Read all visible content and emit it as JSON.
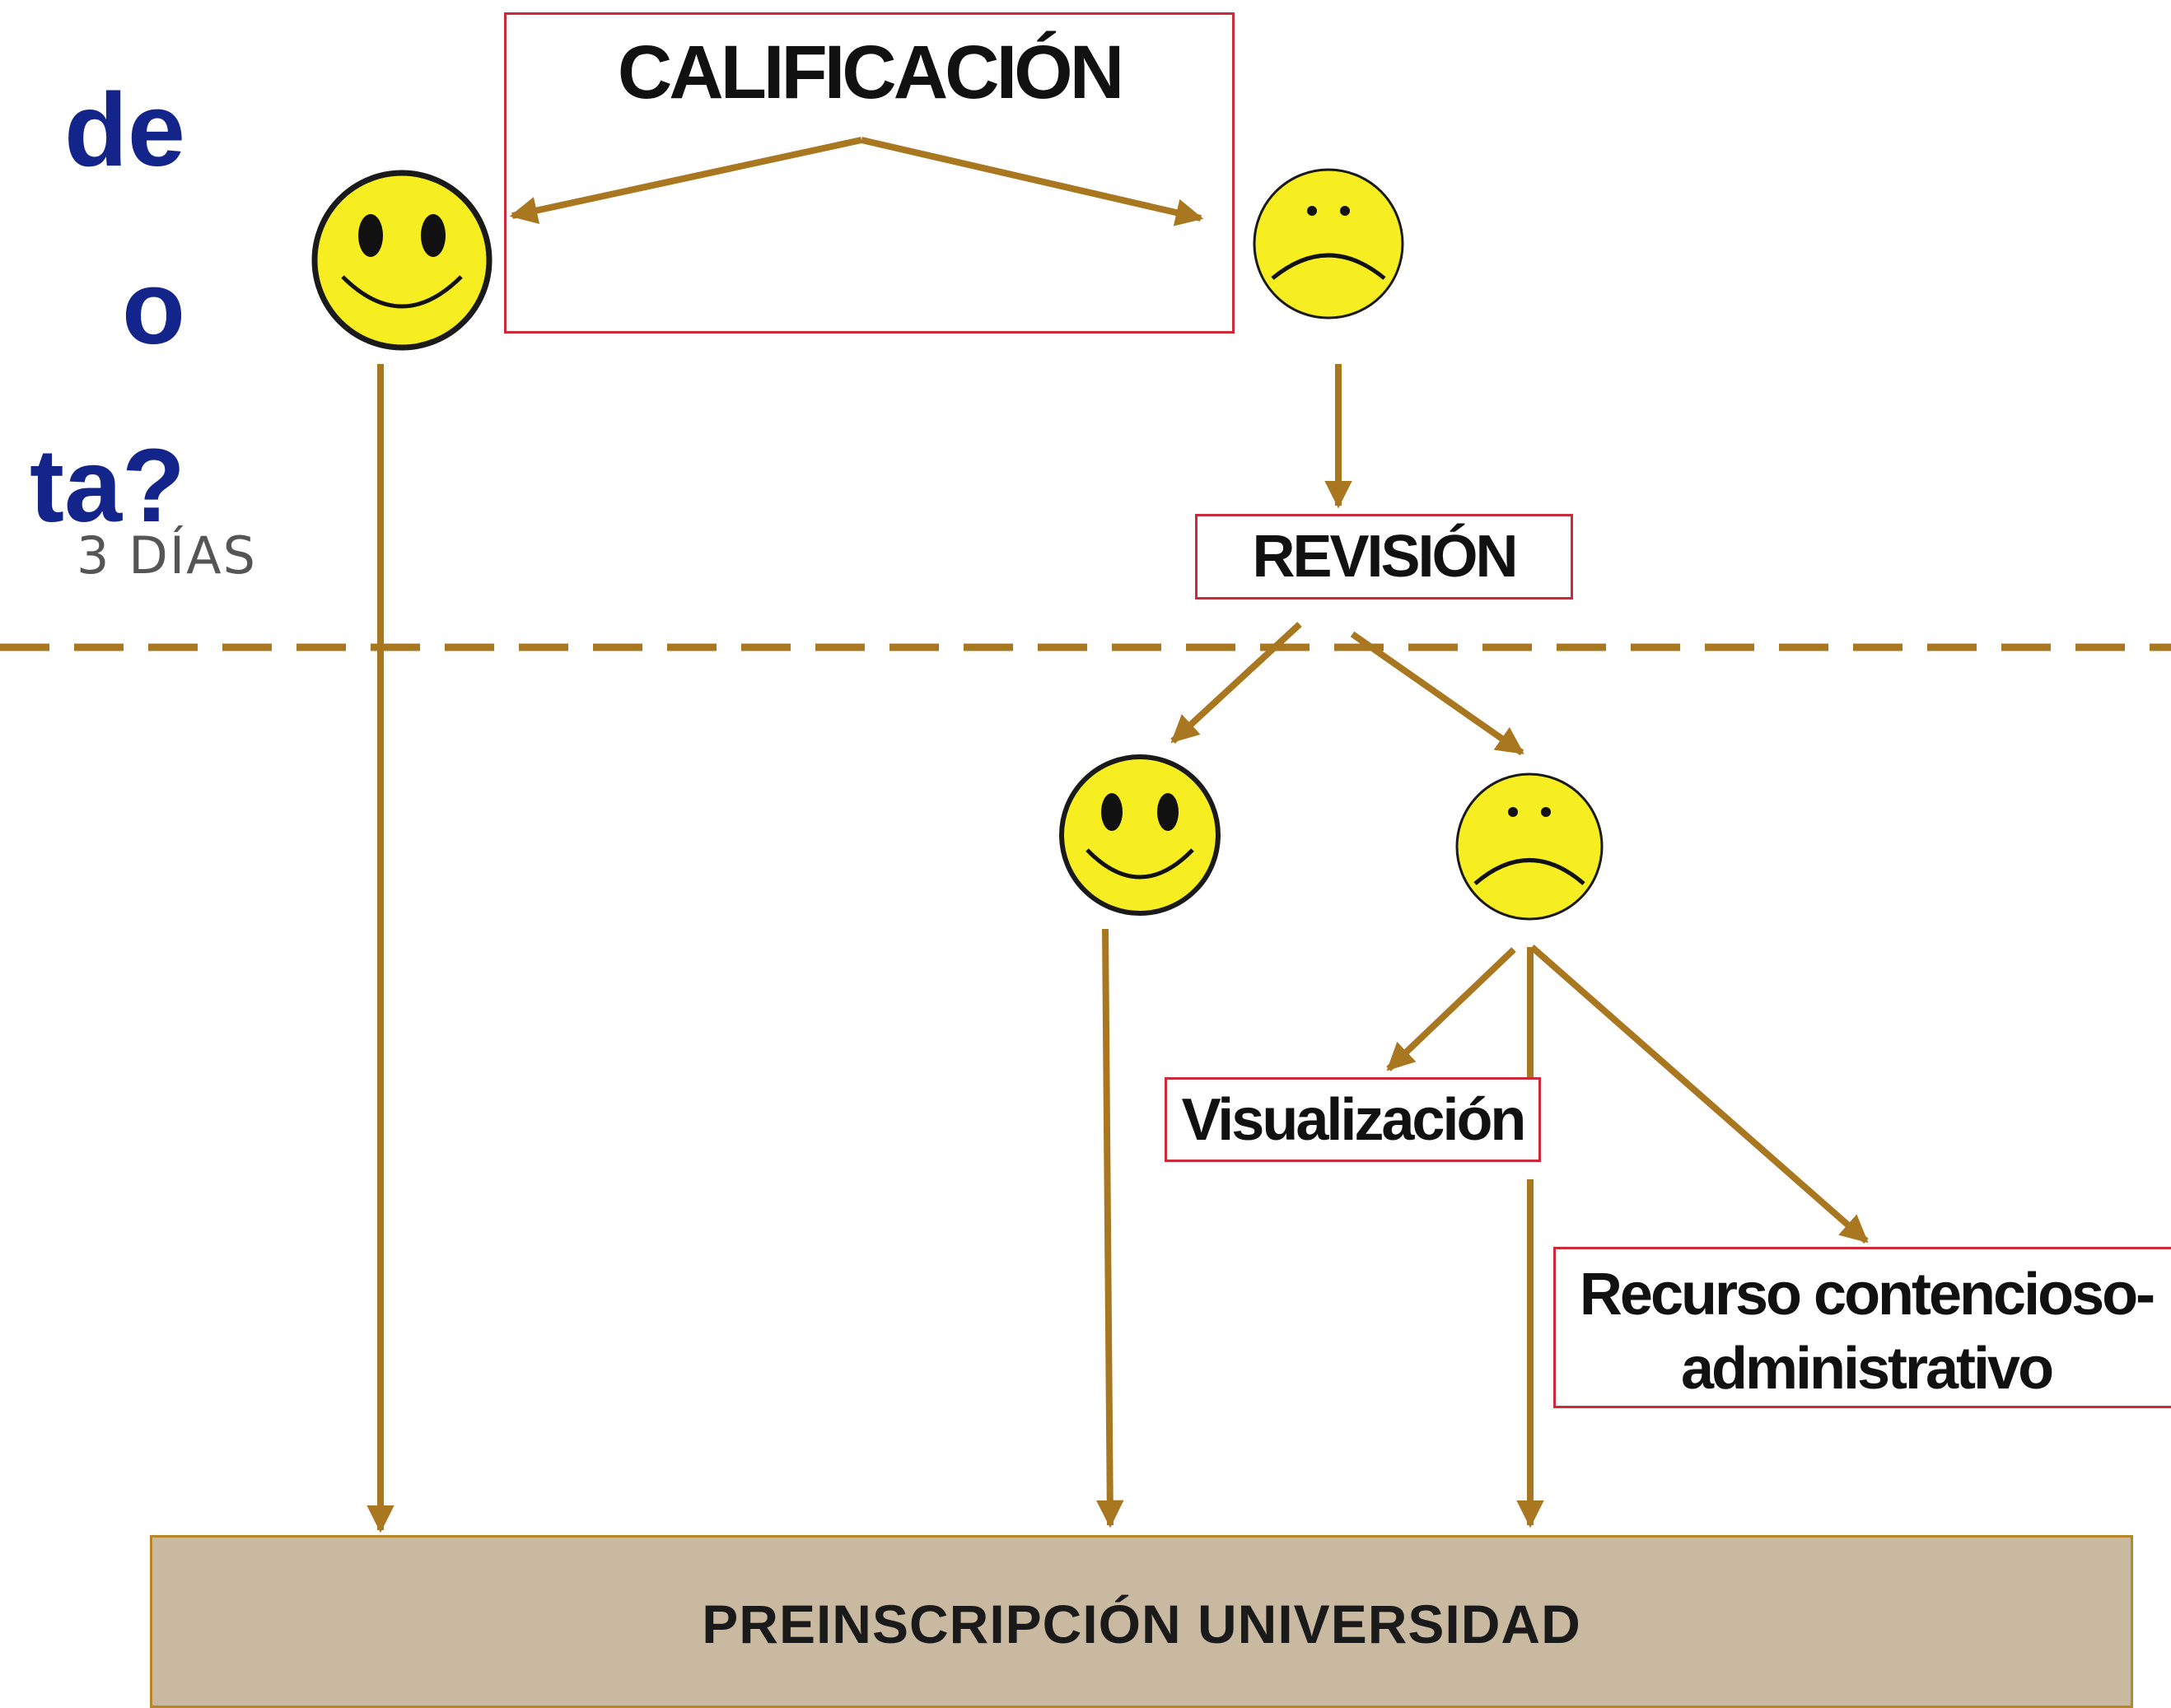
{
  "title_fragment": {
    "line1": "de",
    "line2": "o",
    "line3": "ta?"
  },
  "labels": {
    "days": "3 DÍAS",
    "calificacion": "CALIFICACIÓN",
    "revision": "REVISIÓN",
    "visualizacion": "Visualización",
    "recurso_line1": "Recurso contencioso-",
    "recurso_line2": "administrativo",
    "preinscripcion": "PREINSCRIPCIÓN UNIVERSIDAD"
  },
  "colors": {
    "title": "#13248a",
    "arrow": "#a87720",
    "box_border": "#cc2a3a",
    "bottom_box_fill": "#c9b9a1",
    "face_fill": "#f7ee21"
  },
  "icons": {
    "happy": "happy-face-icon",
    "sad": "sad-face-icon"
  }
}
